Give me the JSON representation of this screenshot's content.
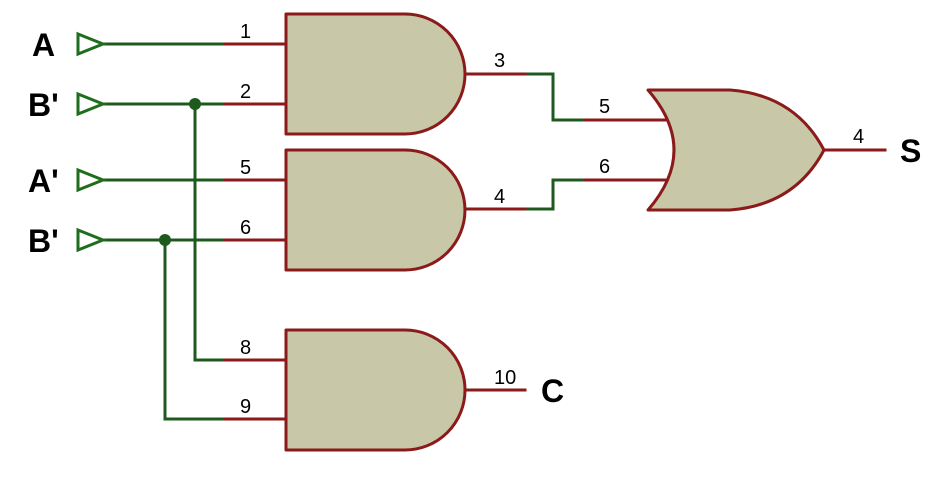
{
  "colors": {
    "wire": "#1e5a1e",
    "pin": "#8b1a1a",
    "gate_fill": "#c8c8a8",
    "gate_stroke": "#8b1a1a",
    "input_stroke": "#1e6e1e",
    "background": "#ffffff"
  },
  "inputs": [
    {
      "label": "A"
    },
    {
      "label": "B'"
    },
    {
      "label": "A'"
    },
    {
      "label": "B'"
    }
  ],
  "outputs": {
    "sum": "S",
    "carry": "C"
  },
  "gates": [
    {
      "type": "AND",
      "pins": [
        "1",
        "2"
      ],
      "out_pin": "3"
    },
    {
      "type": "AND",
      "pins": [
        "5",
        "6"
      ],
      "out_pin": "4"
    },
    {
      "type": "AND",
      "pins": [
        "8",
        "9"
      ],
      "out_pin": "10"
    },
    {
      "type": "OR",
      "pins": [
        "5",
        "6"
      ],
      "out_pin": "4"
    }
  ]
}
